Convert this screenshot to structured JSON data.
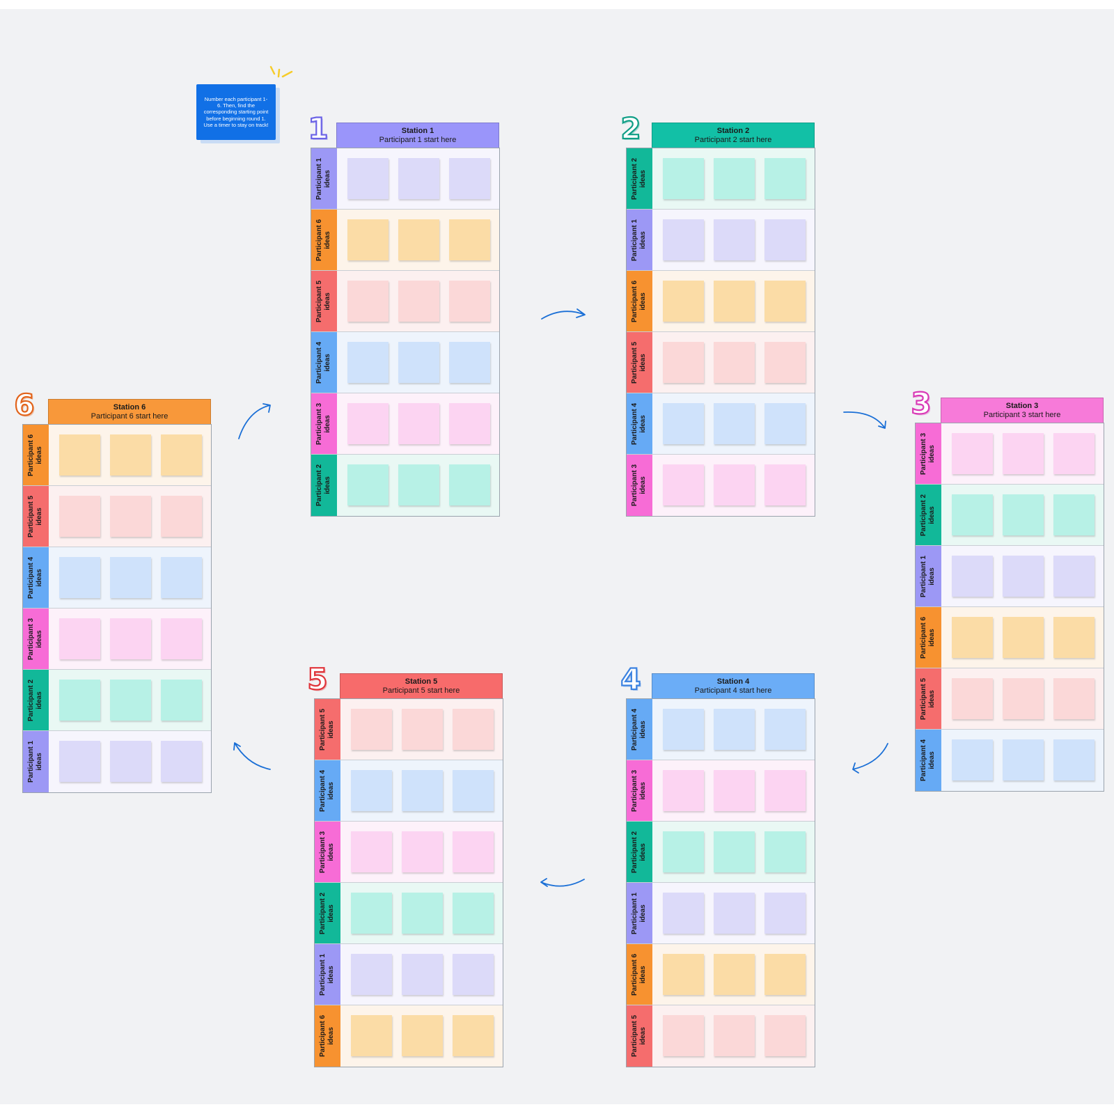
{
  "instruction_card": {
    "text": "Number each participant 1-6. Then, find the corresponding starting point before beginning round 1. Use a timer to stay on track!"
  },
  "participant_colors": {
    "1": {
      "label_bg": "#9c98f5",
      "row_bg": "#f6f5fd",
      "note": "#dcdaf9"
    },
    "2": {
      "label_bg": "#12b899",
      "row_bg": "#e9f8f4",
      "note": "#b7f1e6"
    },
    "3": {
      "label_bg": "#f76cd6",
      "row_bg": "#fdf1fa",
      "note": "#fcd4f2"
    },
    "4": {
      "label_bg": "#66aaf5",
      "row_bg": "#eef4fc",
      "note": "#cfe2fb"
    },
    "5": {
      "label_bg": "#f56d6d",
      "row_bg": "#fcf0f0",
      "note": "#fbd8d8"
    },
    "6": {
      "label_bg": "#f79230",
      "row_bg": "#fdf4ea",
      "note": "#fbdca6"
    }
  },
  "stations": [
    {
      "number": "1",
      "title": "Station 1",
      "subtitle": "Participant 1 start here",
      "header_color": "#9a95fa",
      "number_color": "#6b63e6",
      "rows": [
        {
          "participant": "1",
          "label": "Participant 1\nideas"
        },
        {
          "participant": "6",
          "label": "Participant 6\nideas"
        },
        {
          "participant": "5",
          "label": "Participant 5\nideas"
        },
        {
          "participant": "4",
          "label": "Participant 4\nideas"
        },
        {
          "participant": "3",
          "label": "Participant 3\nideas"
        },
        {
          "participant": "2",
          "label": "Participant 2\nideas"
        }
      ]
    },
    {
      "number": "2",
      "title": "Station 2",
      "subtitle": "Participant 2 start here",
      "header_color": "#12c0a6",
      "number_color": "#0f9e86",
      "rows": [
        {
          "participant": "2",
          "label": "Participant 2\nideas"
        },
        {
          "participant": "1",
          "label": "Participant 1\nideas"
        },
        {
          "participant": "6",
          "label": "Participant 6\nideas"
        },
        {
          "participant": "5",
          "label": "Participant 5\nideas"
        },
        {
          "participant": "4",
          "label": "Participant 4\nideas"
        },
        {
          "participant": "3",
          "label": "Participant 3\nideas"
        }
      ]
    },
    {
      "number": "3",
      "title": "Station 3",
      "subtitle": "Participant 3 start here",
      "header_color": "#f77ad9",
      "number_color": "#d939b6",
      "rows": [
        {
          "participant": "3",
          "label": "Participant 3\nideas"
        },
        {
          "participant": "2",
          "label": "Participant 2\nideas"
        },
        {
          "participant": "1",
          "label": "Participant 1\nideas"
        },
        {
          "participant": "6",
          "label": "Participant 6\nideas"
        },
        {
          "participant": "5",
          "label": "Participant 5\nideas"
        },
        {
          "participant": "4",
          "label": "Participant 4\nideas"
        }
      ]
    },
    {
      "number": "4",
      "title": "Station 4",
      "subtitle": "Participant 4 start here",
      "header_color": "#6badf7",
      "number_color": "#3b82e0",
      "rows": [
        {
          "participant": "4",
          "label": "Participant 4\nideas"
        },
        {
          "participant": "3",
          "label": "Participant 3\nideas"
        },
        {
          "participant": "2",
          "label": "Participant 2\nideas"
        },
        {
          "participant": "1",
          "label": "Participant 1\nideas"
        },
        {
          "participant": "6",
          "label": "Participant 6\nideas"
        },
        {
          "participant": "5",
          "label": "Participant 5\nideas"
        }
      ]
    },
    {
      "number": "5",
      "title": "Station 5",
      "subtitle": "Participant 5 start here",
      "header_color": "#f76b6b",
      "number_color": "#e0343a",
      "rows": [
        {
          "participant": "5",
          "label": "Participant 5\nideas"
        },
        {
          "participant": "4",
          "label": "Participant 4\nideas"
        },
        {
          "participant": "3",
          "label": "Participant 3\nideas"
        },
        {
          "participant": "2",
          "label": "Participant 2\nideas"
        },
        {
          "participant": "1",
          "label": "Participant 1\nideas"
        },
        {
          "participant": "6",
          "label": "Participant 6\nideas"
        }
      ]
    },
    {
      "number": "6",
      "title": "Station 6",
      "subtitle": "Participant 6 start here",
      "header_color": "#f8983a",
      "number_color": "#e2641c",
      "rows": [
        {
          "participant": "6",
          "label": "Participant 6\nideas"
        },
        {
          "participant": "5",
          "label": "Participant 5\nideas"
        },
        {
          "participant": "4",
          "label": "Participant 4\nideas"
        },
        {
          "participant": "3",
          "label": "Participant 3\nideas"
        },
        {
          "participant": "2",
          "label": "Participant 2\nideas"
        },
        {
          "participant": "1",
          "label": "Participant 1\nideas"
        }
      ]
    }
  ],
  "arrow_color": "#1a6fd6",
  "sparkle_color": "#f6cc2a"
}
